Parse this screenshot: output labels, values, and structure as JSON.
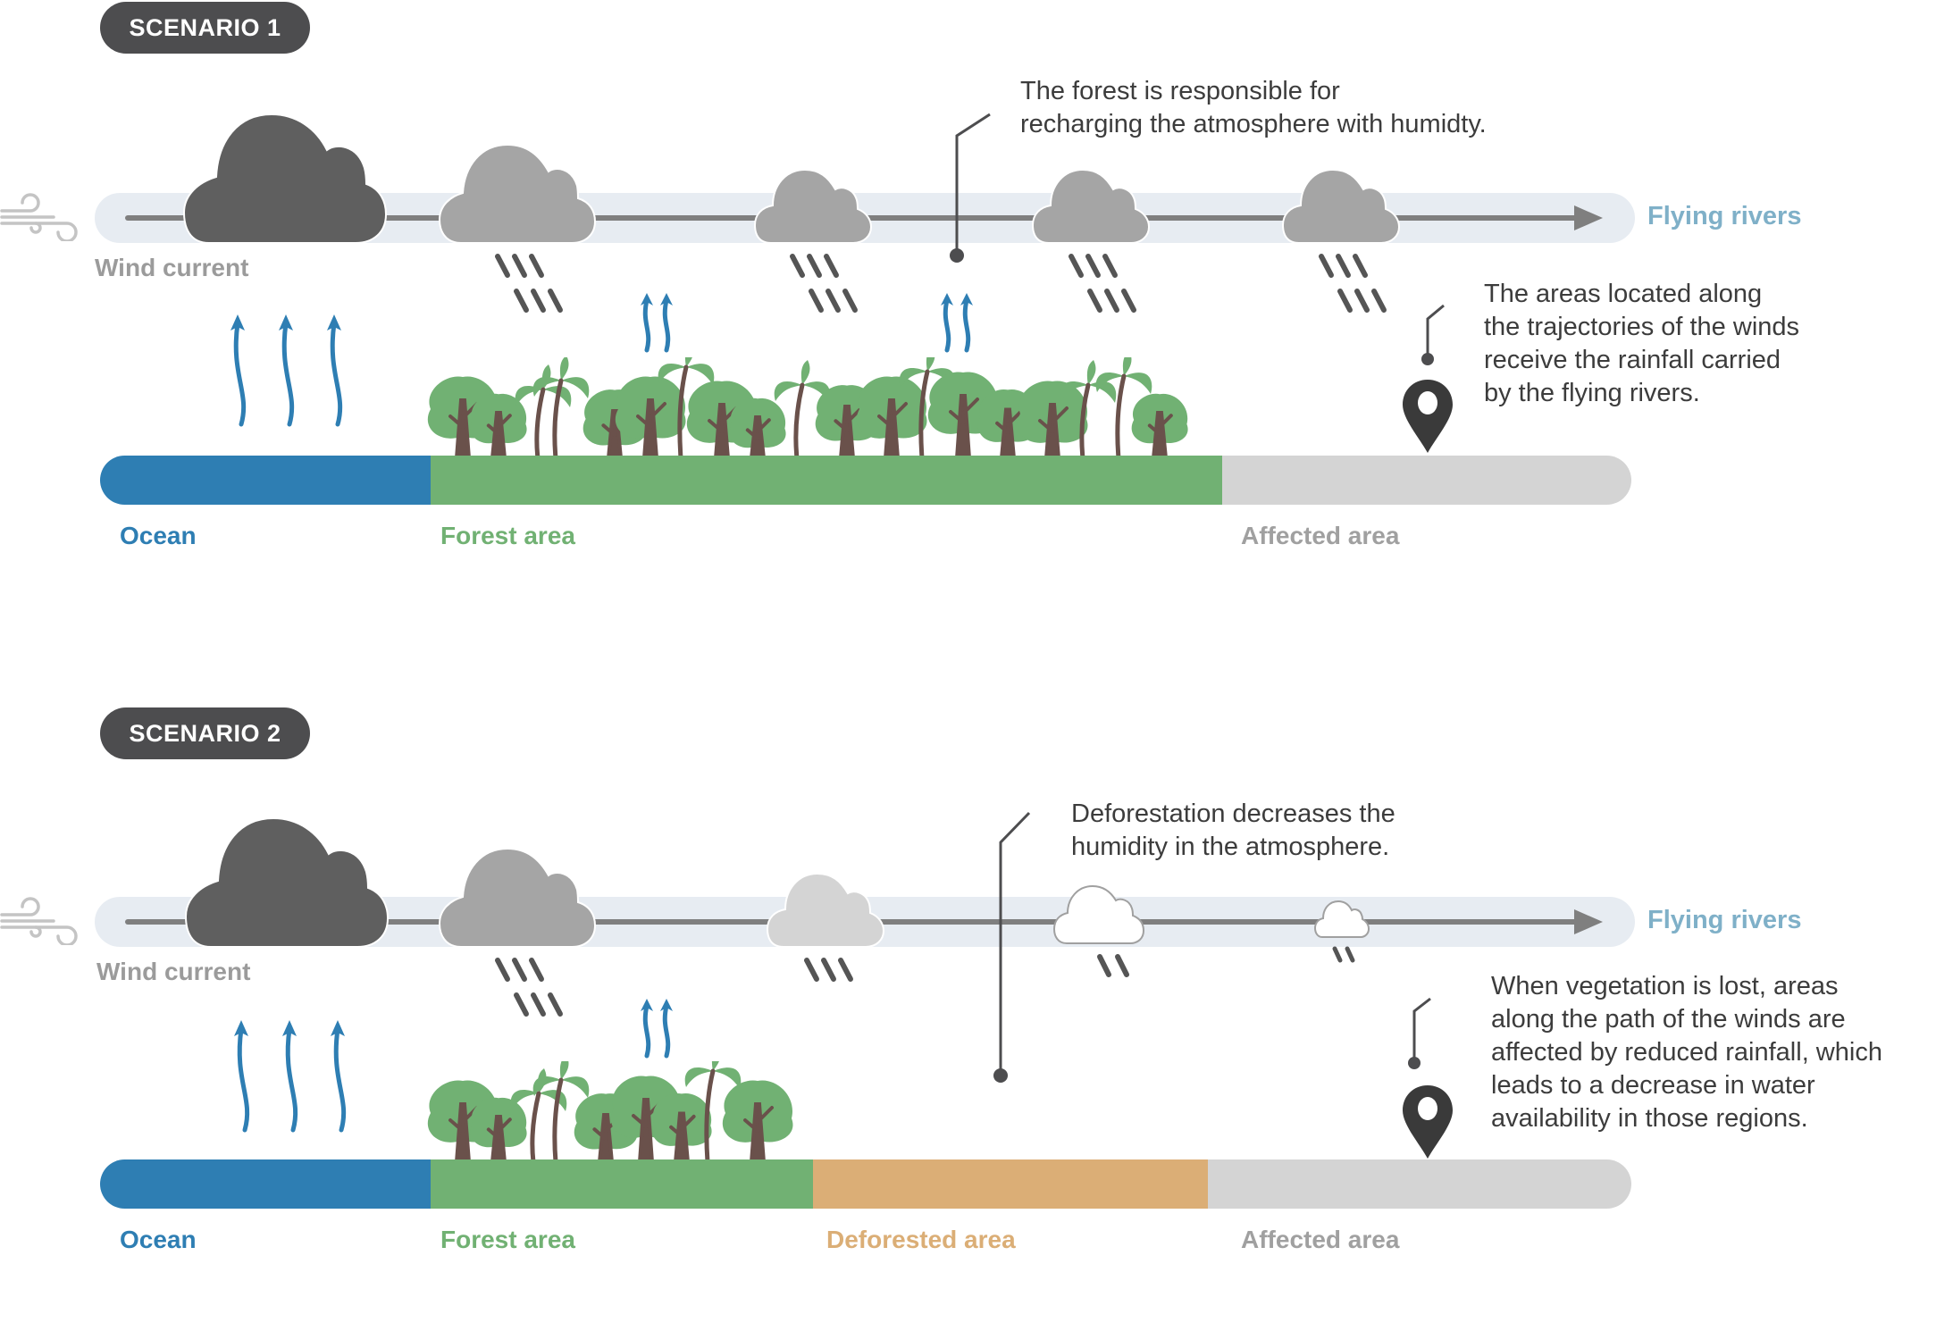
{
  "scenarios": [
    {
      "badge": "SCENARIO 1",
      "wind_label": "Wind current",
      "flying_label": "Flying rivers",
      "segments": [
        {
          "label": "Ocean",
          "color": "#2e7eb3"
        },
        {
          "label": "Forest area",
          "color": "#71b173"
        },
        {
          "label": "Affected area",
          "color": "#d4d4d4"
        }
      ],
      "callouts": [
        {
          "text": "The forest is responsible for\nrecharging the atmosphere with humidty."
        },
        {
          "text": "The areas located along\nthe trajectories of the winds\nreceive the rainfall carried\nby the flying rivers."
        }
      ],
      "clouds": [
        {
          "shade": "dark",
          "rain_drops": 0
        },
        {
          "shade": "gray",
          "rain_drops": 6
        },
        {
          "shade": "gray",
          "rain_drops": 6
        },
        {
          "shade": "gray",
          "rain_drops": 6
        },
        {
          "shade": "gray",
          "rain_drops": 6
        }
      ]
    },
    {
      "badge": "SCENARIO 2",
      "wind_label": "Wind current",
      "flying_label": "Flying rivers",
      "segments": [
        {
          "label": "Ocean",
          "color": "#2e7eb3"
        },
        {
          "label": "Forest area",
          "color": "#71b173"
        },
        {
          "label": "Deforested area",
          "color": "#dbae76"
        },
        {
          "label": "Affected area",
          "color": "#d4d4d4"
        }
      ],
      "callouts": [
        {
          "text": "Deforestation decreases the\nhumidity in the atmosphere."
        },
        {
          "text": "When vegetation is lost, areas\nalong the path of the winds are\naffected by reduced rainfall, which\nleads to a decrease in water\navailability in those regions."
        }
      ],
      "clouds": [
        {
          "shade": "dark",
          "rain_drops": 0
        },
        {
          "shade": "gray",
          "rain_drops": 6
        },
        {
          "shade": "light",
          "rain_drops": 3
        },
        {
          "shade": "white",
          "rain_drops": 2
        },
        {
          "shade": "white-small",
          "rain_drops": 2
        }
      ]
    }
  ],
  "colors": {
    "badge_bg": "#4d4d4f",
    "band": "#e7ecf2",
    "flow_line": "#7f7f7f",
    "flying_label": "#7fb0c8",
    "wind_label": "#9b9b9b",
    "vapor_arrow": "#2e7eb3",
    "rain": "#555555",
    "callout_line": "#4d4d4f",
    "pin": "#3a3a3a",
    "tree_canopy": "#71b173",
    "tree_trunk": "#6a514b",
    "ocean_label": "#2e7eb3",
    "forest_label": "#71b173",
    "deforested_label": "#dbae76",
    "affected_label": "#a0a0a0"
  }
}
